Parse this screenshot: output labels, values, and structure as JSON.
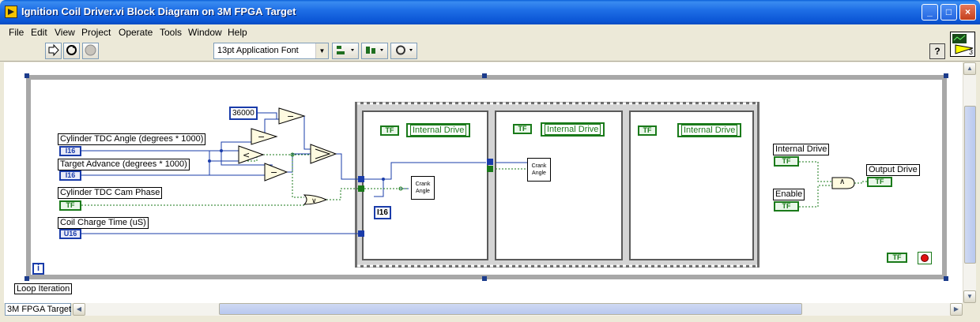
{
  "window": {
    "title": "Ignition Coil Driver.vi Block Diagram on 3M FPGA Target",
    "minimize": "_",
    "maximize": "□",
    "close": "×"
  },
  "menu": [
    "File",
    "Edit",
    "View",
    "Project",
    "Operate",
    "Tools",
    "Window",
    "Help"
  ],
  "toolbar": {
    "font": "13pt Application Font",
    "help": "?",
    "vi_icon_text": "3"
  },
  "diagram": {
    "controls": {
      "cylinder_tdc_angle": {
        "label": "Cylinder TDC Angle (degrees * 1000)",
        "type": "I16"
      },
      "target_advance": {
        "label": "Target Advance (degrees * 1000)",
        "type": "I16"
      },
      "cylinder_tdc_cam_phase": {
        "label": "Cylinder TDC Cam Phase",
        "type": "TF"
      },
      "coil_charge_time": {
        "label": "Coil Charge Time (uS)",
        "type": "U16"
      },
      "internal_drive": {
        "label": "Internal Drive",
        "type": "TF"
      },
      "enable": {
        "label": "Enable",
        "type": "TF"
      }
    },
    "indicators": {
      "output_drive": {
        "label": "Output Drive",
        "type": "TF"
      }
    },
    "constant_36000": "36000",
    "sequence": {
      "frames": [
        {
          "internal_drive": "Internal Drive",
          "subvi": "Crank Angle",
          "type_const": "I16"
        },
        {
          "internal_drive": "Internal Drive",
          "subvi": "Crank Angle"
        },
        {
          "internal_drive": "Internal Drive"
        }
      ]
    },
    "loop_iteration_terminal": "i",
    "loop_iteration_label": "Loop Iteration",
    "bool_const": "TF",
    "and_symbol": "∧"
  },
  "status": {
    "target_tab": "3M FPGA Target"
  }
}
